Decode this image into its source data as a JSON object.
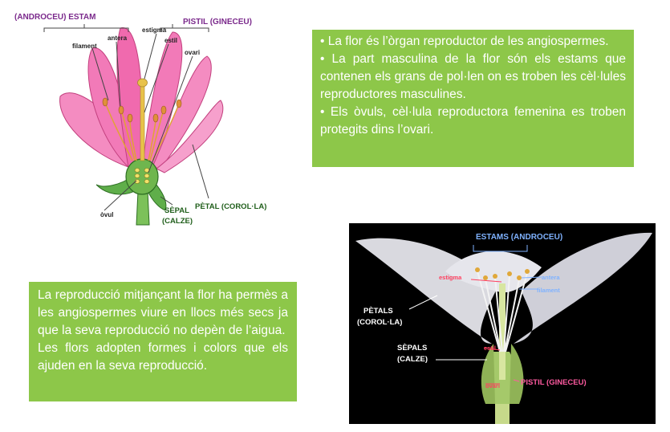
{
  "info_box": {
    "lines": [
      "• La flor és l’òrgan reproductor de les angiospermes.",
      "• La part masculina de la flor són els estams que contenen els grans de pol·len on es troben les cèl·lules reproductores masculines.",
      "• Els òvuls, cèl·lula reproductora femenina es troben protegits dins l’ovari."
    ]
  },
  "reproduction_box": {
    "lines": [
      "La reproducció mitjançant la flor ha permès a les angiospermes viure en llocs més secs ja que la seva reproducció no depèn de l’aigua.",
      "Les flors adopten formes i colors que els ajuden en la seva reproducció."
    ]
  },
  "drawing_diagram": {
    "labels": {
      "androceu_estam": "(ANDROCEU) ESTAM",
      "pistil_gineceu": "PISTIL (GINECEU)",
      "estigma": "estigma",
      "antera": "antera",
      "estil": "estil",
      "filament": "filament",
      "ovari": "ovari",
      "petal": "PÈTAL (COROL·LA)",
      "sepal": "SÈPAL",
      "calze": "(CALZE)",
      "ovul": "òvul"
    },
    "colors": {
      "petal": "#f27ab8",
      "label_purple": "#7b2a8c",
      "label_green": "#1f5e1a"
    }
  },
  "photo_diagram": {
    "labels": {
      "estams_androceu": "ESTAMS (ANDROCEU)",
      "estigma": "estigma",
      "antera": "antera",
      "filament": "filament",
      "petals": "PÈTALS",
      "corolla": "(COROL·LA)",
      "sepals": "SÈPALS",
      "calze": "(CALZE)",
      "estil": "estil",
      "pistil_gineceu": "PISTIL (GINECEU)",
      "ovari": "ovari"
    },
    "colors": {
      "background": "#000000",
      "label_blue": "#7fb2ff",
      "label_red": "#ff4060",
      "label_pink": "#ff5aa0"
    }
  }
}
